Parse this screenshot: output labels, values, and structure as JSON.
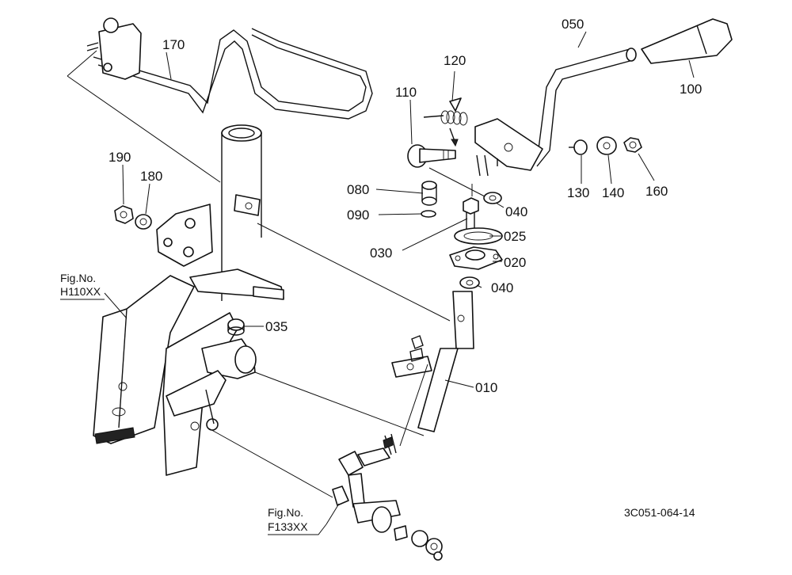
{
  "parts": {
    "p010": "010",
    "p020": "020",
    "p025": "025",
    "p030": "030",
    "p035": "035",
    "p040a": "040",
    "p040b": "040",
    "p050": "050",
    "p080": "080",
    "p090": "090",
    "p100": "100",
    "p110": "110",
    "p120": "120",
    "p130": "130",
    "p140": "140",
    "p160": "160",
    "p170": "170",
    "p180": "180",
    "p190": "190"
  },
  "references": {
    "fig1_title": "Fig.No.",
    "fig1_code": "H110XX",
    "fig2_title": "Fig.No.",
    "fig2_code": "F133XX"
  },
  "drawing_code": "3C051-064-14"
}
